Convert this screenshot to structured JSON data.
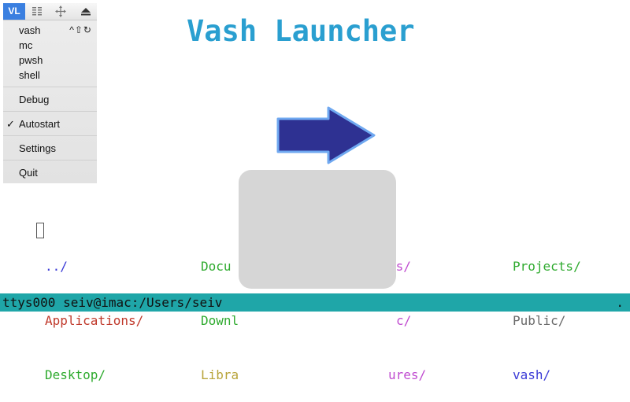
{
  "menubar": {
    "app_label": "VL",
    "icons": [
      "columns-icon",
      "move-icon",
      "eject-icon"
    ]
  },
  "menu": {
    "items": [
      {
        "label": "vash",
        "shortcut": "^⇧↻"
      },
      {
        "label": "mc"
      },
      {
        "label": "pwsh"
      },
      {
        "label": "shell"
      },
      {
        "label": "Debug"
      },
      {
        "label": "Autostart",
        "checked": true,
        "check": "✓"
      },
      {
        "label": "Settings"
      },
      {
        "label": "Quit"
      }
    ]
  },
  "title": "Vash Launcher",
  "files": {
    "col1": [
      {
        "name": "../",
        "color": "#3b3bd6"
      },
      {
        "name": "Applications/",
        "color": "#c0392b"
      },
      {
        "name": "Desktop/",
        "color": "#2eaa2e"
      }
    ],
    "col2": [
      {
        "name": "Docu",
        "color": "#2eaa2e"
      },
      {
        "name": "Downl",
        "color": "#2eaa2e"
      },
      {
        "name": "Libra",
        "color": "#b8a43a"
      }
    ],
    "col3": [
      {
        "name": "es/",
        "color": "#c04cd0"
      },
      {
        "name": "c/",
        "color": "#c04cd0"
      },
      {
        "name": "ures/",
        "color": "#c04cd0"
      }
    ],
    "col4": [
      {
        "name": "Projects/",
        "color": "#2eaa2e"
      },
      {
        "name": "Public/",
        "color": "#6a6a6a"
      },
      {
        "name": "vash/",
        "color": "#3b3bd6"
      }
    ]
  },
  "statusbar": {
    "left": "ttys000 seiv@imac:/Users/seiv",
    "right": "."
  },
  "colors": {
    "title": "#2a9fd0",
    "arrow_fill": "#2e3192",
    "arrow_stroke": "#6fa8f0",
    "statusbar": "#1fa6a8",
    "menubar_accent": "#3a7fe0"
  }
}
